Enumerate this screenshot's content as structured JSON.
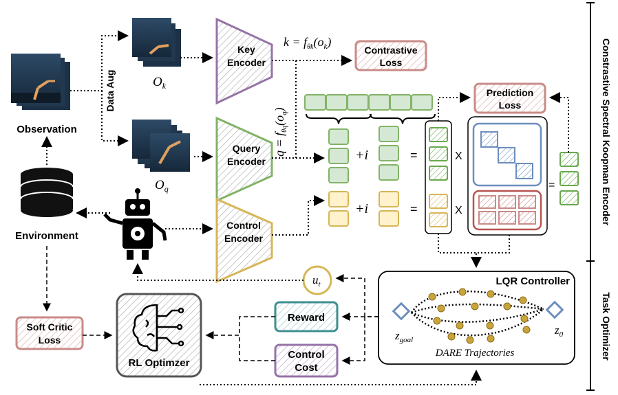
{
  "side_labels": {
    "top": "Constrastive Spectral Koopman Encoder",
    "bottom": "Task Optimizer"
  },
  "environment": {
    "observation": "Observation",
    "environment": "Environment",
    "data_aug": "Data Aug"
  },
  "encoders": {
    "key": [
      "Key",
      "Encoder"
    ],
    "query": [
      "Query",
      "Encoder"
    ],
    "control": [
      "Control",
      "Encoder"
    ]
  },
  "math": {
    "ok": "O",
    "ok_sub": "k",
    "oq": "O",
    "oq_sub": "q",
    "k_eq": "k = f",
    "k_sub": "θk",
    "k_arg": "(o",
    "k_arg_sub": "k",
    "k_close": ")",
    "q_eq": "q = f",
    "q_sub": "θq",
    "q_arg": "(o",
    "q_arg_sub": "q",
    "q_close": ")",
    "plus_i": "+i",
    "equals": "=",
    "times": "X",
    "ut": "u",
    "ut_sub": "t",
    "zgoal": "z",
    "zgoal_sub": "goal",
    "z0": "z",
    "z0_sub": "0"
  },
  "losses": {
    "contrastive": [
      "Contrastive",
      "Loss"
    ],
    "prediction": [
      "Prediction",
      "Loss"
    ],
    "soft_critic": [
      "Soft Critic",
      "Loss"
    ]
  },
  "optimizer": {
    "lqr": "LQR Controller",
    "dare": "DARE Trajectories",
    "reward": "Reward",
    "control_cost": [
      "Control",
      "Cost"
    ],
    "rl": "RL Optimzer"
  },
  "colors": {
    "green": "#6aa84f",
    "green_fill": "#d5e8d4",
    "yellow": "#d6b656",
    "yellow_fill": "#fff2cc",
    "blue": "#6c8ebf",
    "red": "#b85450",
    "purple": "#9673a6",
    "teal": "#3d8f8f",
    "gold": "#c8a43a"
  }
}
